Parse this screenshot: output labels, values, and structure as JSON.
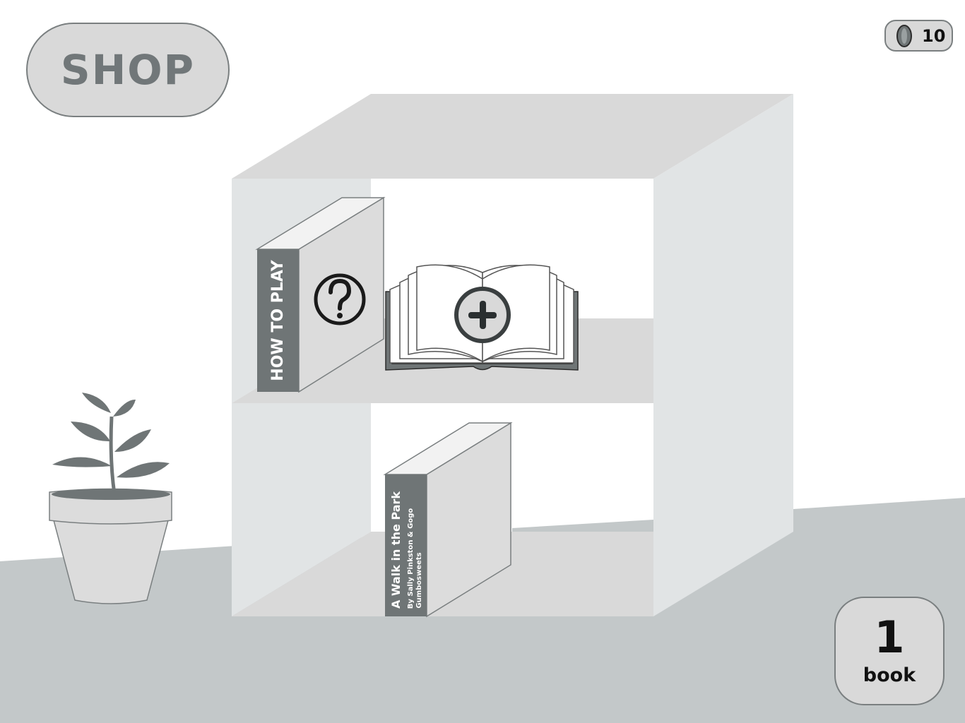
{
  "toolbar": {
    "shop_label": "SHOP",
    "coin_count": "10"
  },
  "shelf": {
    "how_to_play_title": "HOW TO PLAY",
    "book_title": "A Walk in the Park",
    "book_author_line1": "By Sally Pinkston & Gogo",
    "book_author_line2": "Gumbosweets"
  },
  "counter": {
    "count": "1",
    "unit": "book"
  },
  "icons": {
    "help": "question-circle-icon",
    "add": "plus-circle-icon",
    "coin": "coin-icon",
    "plant": "potted-plant"
  },
  "colors": {
    "floor": "#c3c8c9",
    "shelf_top": "#d9d9d9",
    "shelf_side": "#e1e4e5",
    "spine": "#6f7576",
    "button_fill": "#d9d9d9",
    "button_border": "#7a7f80",
    "plant": "#6f7576"
  }
}
